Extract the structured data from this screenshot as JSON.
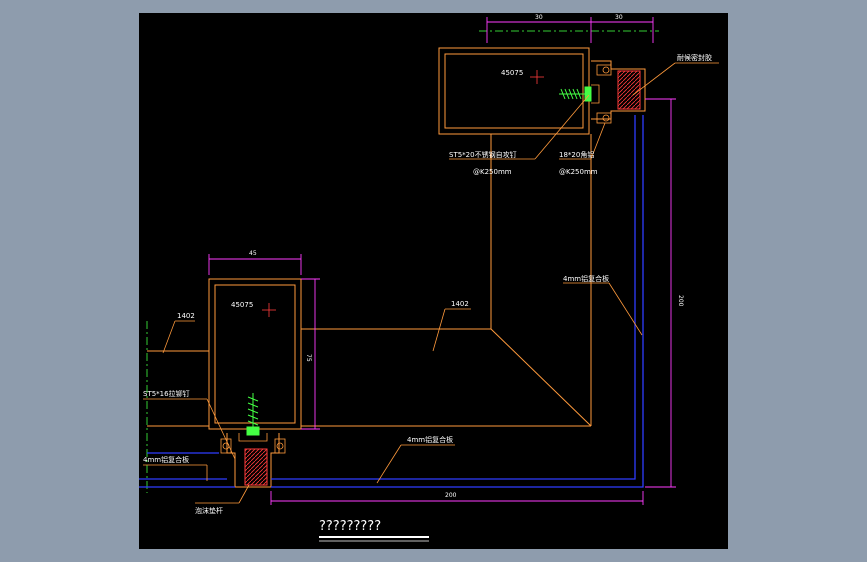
{
  "title": "?????????",
  "dimensions": {
    "top_a": "30",
    "top_b": "30",
    "left_width": "45",
    "left_height": "75",
    "right_vertical": "200",
    "bottom_horizontal": "200"
  },
  "labels": {
    "tube_top": "45075",
    "tube_left": "45075",
    "fire_seal": "耐候密封胶",
    "screw_stainless": "ST5*20不锈钢自攻钉",
    "screw_stainless_spacing": "@K250mm",
    "angle_alu": "18*20角铝",
    "angle_alu_spacing": "@K250mm",
    "pipe_upper": "1402",
    "pipe_left": "1402",
    "panel_right": "4mm铝复合板",
    "rivet": "ST5*16拉铆钉",
    "panel_left": "4mm铝复合板",
    "panel_bottom": "4mm铝复合板",
    "foam_rod": "泡沫垫杆"
  },
  "colors": {
    "background": "#8e9cad",
    "canvas": "#000000",
    "structure": "#ff9a3c",
    "dimension": "#ff3cff",
    "panel": "#2f3cff",
    "leader": "#ff9a3c",
    "screw": "#44ff44",
    "sealant": "#ff3b3b",
    "centerline": "#33cc33",
    "text": "#ffffff"
  }
}
